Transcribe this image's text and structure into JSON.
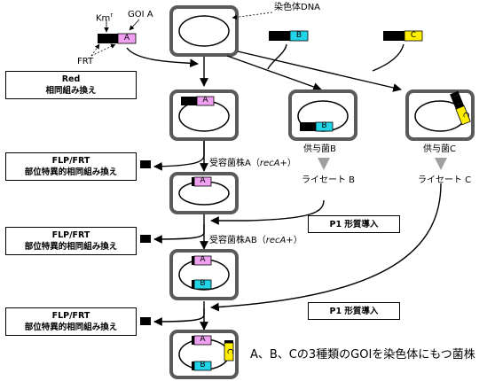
{
  "colors": {
    "gene_a": "#f0a0f0",
    "gene_b": "#22d4e8",
    "gene_c": "#ffee00",
    "cell_border": "#5a5a5a",
    "frt_marker": "#000000"
  },
  "labels": {
    "chromosomal_dna": "染色体DNA",
    "km": "Km",
    "km_sup": "r",
    "goi_a": "GOI A",
    "frt": "FRT",
    "donor_b": "供与菌B",
    "donor_c": "供与菌C",
    "lysate_b": "ライセート B",
    "lysate_c": "ライセート C",
    "recipient_a": "受容菌株A（",
    "recipient_a_em": "recA+",
    "recipient_a_end": "）",
    "recipient_ab": "受容菌株AB（",
    "recipient_ab_em": "recA+",
    "recipient_ab_end": "）",
    "conclusion": "A、B、Cの3種類のGOIを染色体にもつ菌株"
  },
  "genes": {
    "a": "A",
    "b": "B",
    "c": "C"
  },
  "steps": {
    "red_title": "Red",
    "red_sub": "相同組み換え",
    "flp_title": "FLP/FRT",
    "flp_sub": "部位特異的相同組み換え",
    "p1": "P1 形質導入"
  }
}
